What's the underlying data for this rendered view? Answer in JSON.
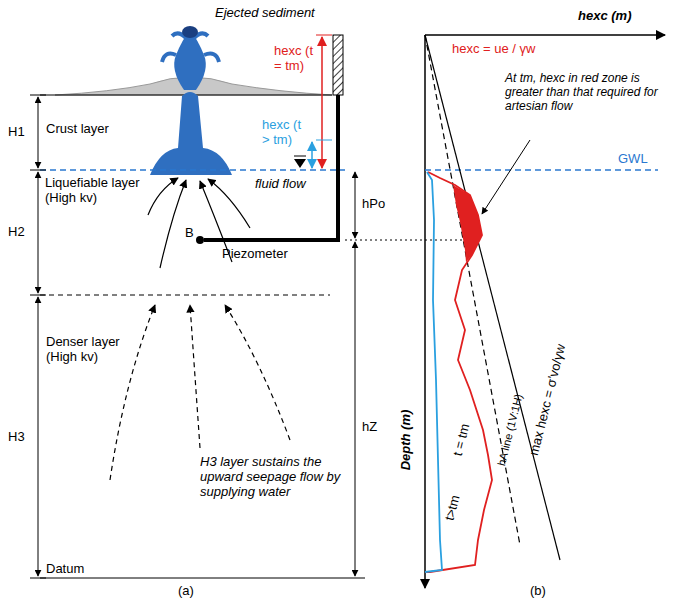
{
  "diagram": {
    "labels": [
      "Ejected sediment",
      "H1",
      "Crust layer",
      "hexc (t = tm)",
      "hexc (t > tm)",
      "Liquefiable layer (High kv)",
      "fluid flow",
      "hPo",
      "B",
      "Piezometer",
      "H2",
      "Denser layer (High kv)",
      "H3",
      "H3 layer sustains the upward seepage flow by supplying water",
      "hZ",
      "Datum",
      "(a)",
      "hexc (m)",
      "GWL",
      "hexc = ue / γw",
      "At tm, hexc in red zone is greater than that required for artesian flow",
      "Depth (m)",
      "t = tm",
      "t>tm",
      "hA line (1V:1H)",
      "max hexc = σ'vo/γw",
      "(b)"
    ]
  }
}
